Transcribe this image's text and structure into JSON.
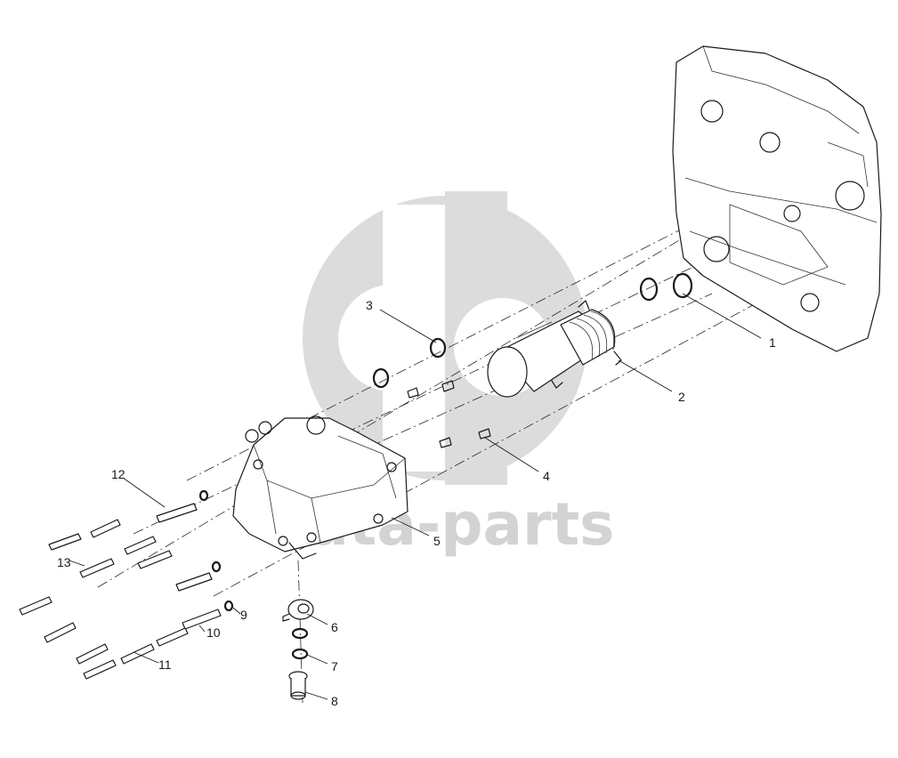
{
  "watermark": {
    "text": "data-parts",
    "color": "#d3d3d3"
  },
  "callouts": [
    {
      "id": "1",
      "label": "1"
    },
    {
      "id": "2",
      "label": "2"
    },
    {
      "id": "3",
      "label": "3"
    },
    {
      "id": "4",
      "label": "4"
    },
    {
      "id": "5",
      "label": "5"
    },
    {
      "id": "6",
      "label": "6"
    },
    {
      "id": "7",
      "label": "7"
    },
    {
      "id": "8",
      "label": "8"
    },
    {
      "id": "9",
      "label": "9"
    },
    {
      "id": "10",
      "label": "10"
    },
    {
      "id": "11",
      "label": "11"
    },
    {
      "id": "12",
      "label": "12"
    },
    {
      "id": "13",
      "label": "13"
    }
  ],
  "colors": {
    "line": "#1a1a1a",
    "background": "#ffffff"
  }
}
